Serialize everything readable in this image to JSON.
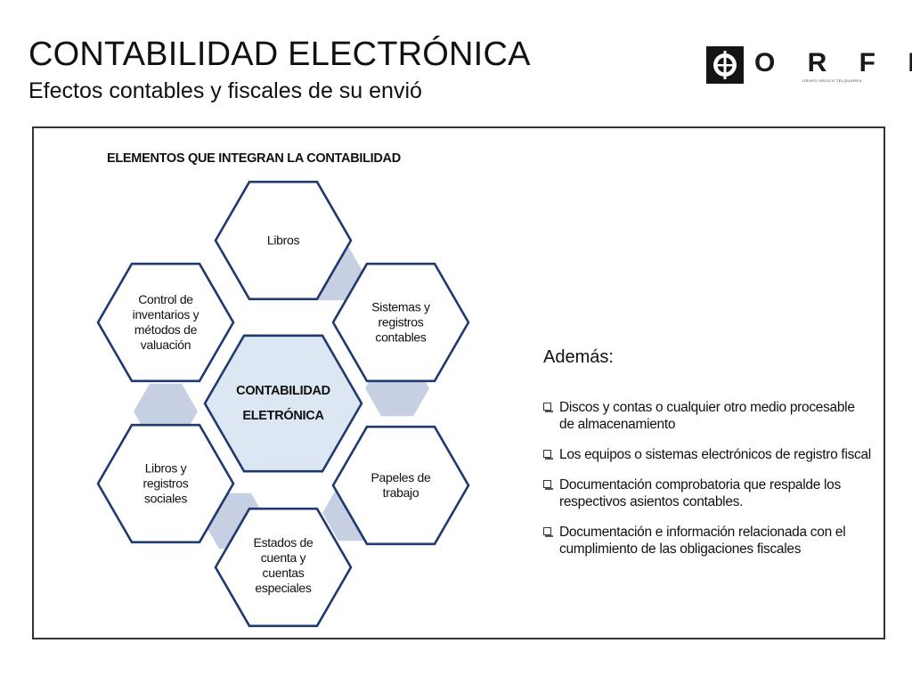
{
  "header": {
    "title": "CONTABILIDAD ELECTRÓNICA",
    "subtitle": "Efectos contables y fiscales de su envió"
  },
  "logo": {
    "wordmark": "O R F E",
    "tagline": "GRUPO OROCO TELQUERES"
  },
  "diagram": {
    "title": "ELEMENTOS QUE INTEGRAN LA CONTABILIDAD",
    "center": {
      "line1": "CONTABILIDAD",
      "line2": "ELETRÓNICA"
    },
    "nodes": [
      "Libros",
      "Sistemas y registros contables",
      "Papeles de trabajo",
      "Estados de cuenta y cuentas especiales",
      "Libros y registros sociales",
      "Control de inventarios y métodos de valuación"
    ],
    "colors": {
      "hex_border": "#1f3a6e",
      "center_fill": "#dde6f3",
      "connector_fill": "#c7d0e3"
    }
  },
  "extras": {
    "heading": "Además:",
    "items": [
      "Discos y contas o cualquier otro medio procesable de almacenamiento",
      "Los equipos o sistemas electrónicos de registro fiscal",
      "Documentación comprobatoria que respalde los  respectivos asientos contables.",
      "Documentación e información relacionada con el cumplimiento  de las obligaciones fiscales"
    ]
  }
}
